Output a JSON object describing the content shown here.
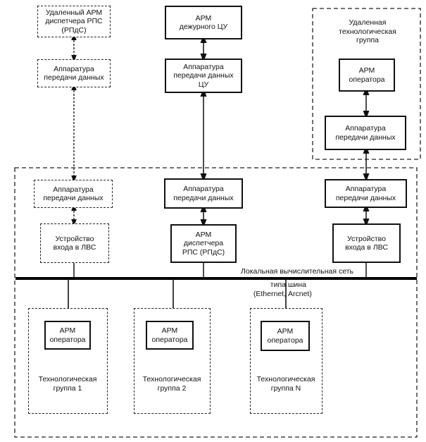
{
  "top": {
    "remote_dispatcher": "Удаленный АРМ\nдиспетчера РПС\n(РПдС)",
    "remote_data_equipment": "Аппаратура\nпередачи данных",
    "duty_arm": "АРМ\nдежурного ЦУ",
    "cu_data_equipment": "Аппаратура\nпередачи данных\nЦУ",
    "remote_group_title": "Удаленная\nтехнологическая\nгруппа",
    "remote_group_operator": "АРМ\nоператора",
    "remote_group_data_equipment": "Аппаратура\nпередачи данных"
  },
  "middle": {
    "left_data_equipment": "Аппаратура\nпередачи данных",
    "center_data_equipment": "Аппаратура\nпередачи данных",
    "right_data_equipment": "Аппаратура\nпередачи данных",
    "left_lan_device": "Устройство\nвхода в ЛВС",
    "center_dispatcher": "АРМ\nдиспетчера\nРПС (РПдС)",
    "right_lan_device": "Устройство\nвхода в ЛВС"
  },
  "bus": {
    "title": "Локальная вычислительная сеть",
    "type_label": "типа\n(Ethernet,",
    "bus_label": "шина\nArcnet)"
  },
  "groups": [
    {
      "operator": "АРМ\nоператора",
      "name": "Технологическая\nгруппа 1"
    },
    {
      "operator": "АРМ\nоператора",
      "name": "Технологическая\nгруппа 2"
    },
    {
      "operator": "АРМ\nоператора",
      "name": "Технологическая\nгруппа N"
    }
  ]
}
